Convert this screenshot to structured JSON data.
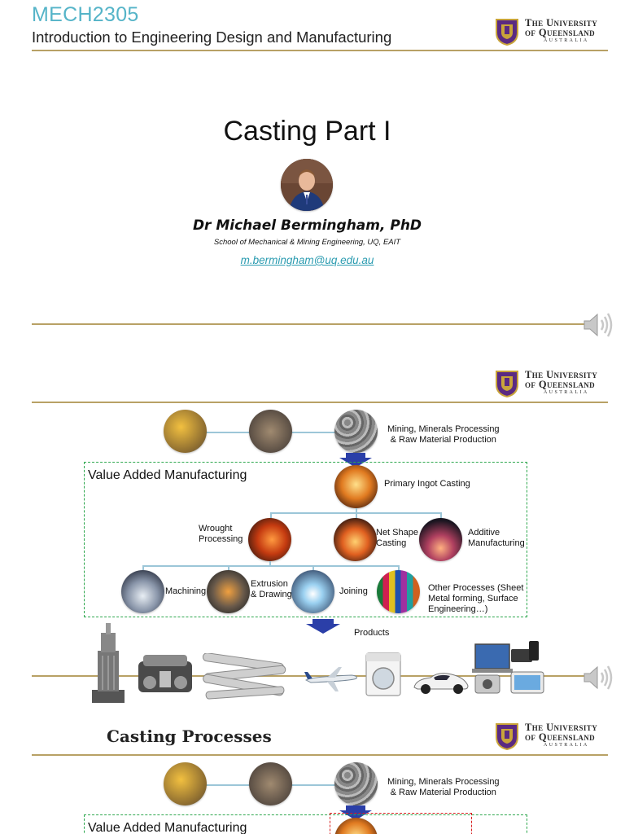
{
  "header": {
    "course_code": "MECH2305",
    "course_title": "Introduction to Engineering Design and Manufacturing"
  },
  "university": {
    "line1": "The University",
    "line2": "of Queensland",
    "line3": "AUSTRALIA"
  },
  "slide1": {
    "title": "Casting Part I",
    "author": "Dr Michael Bermingham, PhD",
    "school": "School of Mechanical & Mining Engineering, UQ, EAIT",
    "email": "m.bermingham@uq.edu.au"
  },
  "flow": {
    "top_label": "Mining, Minerals Processing\n& Raw Material Production",
    "value_added": "Value Added Manufacturing",
    "primary": "Primary Ingot Casting",
    "wrought": "Wrought\nProcessing",
    "net_shape": "Net Shape\nCasting",
    "additive": "Additive\nManufacturing",
    "machining": "Machining",
    "extrusion": "Extrusion\n& Drawing",
    "joining": "Joining",
    "other": "Other Processes (Sheet\nMetal forming, Surface\nEngineering…)",
    "products": "Products"
  },
  "slide3": {
    "title": "Casting Processes"
  },
  "colors": {
    "accent_teal": "#55b4c8",
    "gold_rule": "#b8a165",
    "dashed_green": "#2fa84f",
    "arrow_blue": "#2b3fa8"
  }
}
